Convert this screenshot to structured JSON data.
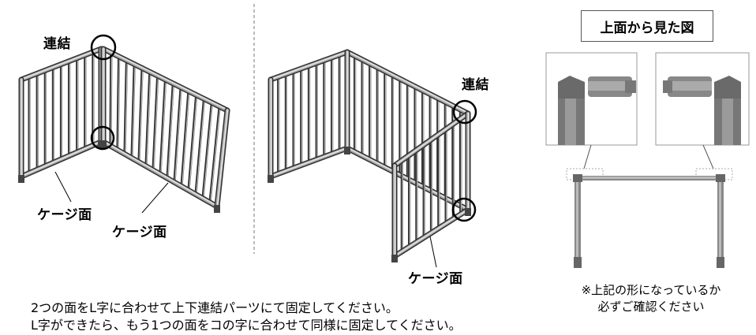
{
  "labels": {
    "left_connect": "連結",
    "right_connect": "連結",
    "panel_a": "ケージ面",
    "panel_b": "ケージ面",
    "panel_c": "ケージ面",
    "top_view_title": "上面から見た図"
  },
  "instructions": {
    "line1": "2つの面をL字に合わせて上下連結パーツにて固定してください。",
    "line2": "L字ができたら、もう1つの面をコの字に合わせて同様に固定してください。"
  },
  "note": {
    "line1": "※上記の形になっているか",
    "line2": "必ずご確認ください"
  }
}
